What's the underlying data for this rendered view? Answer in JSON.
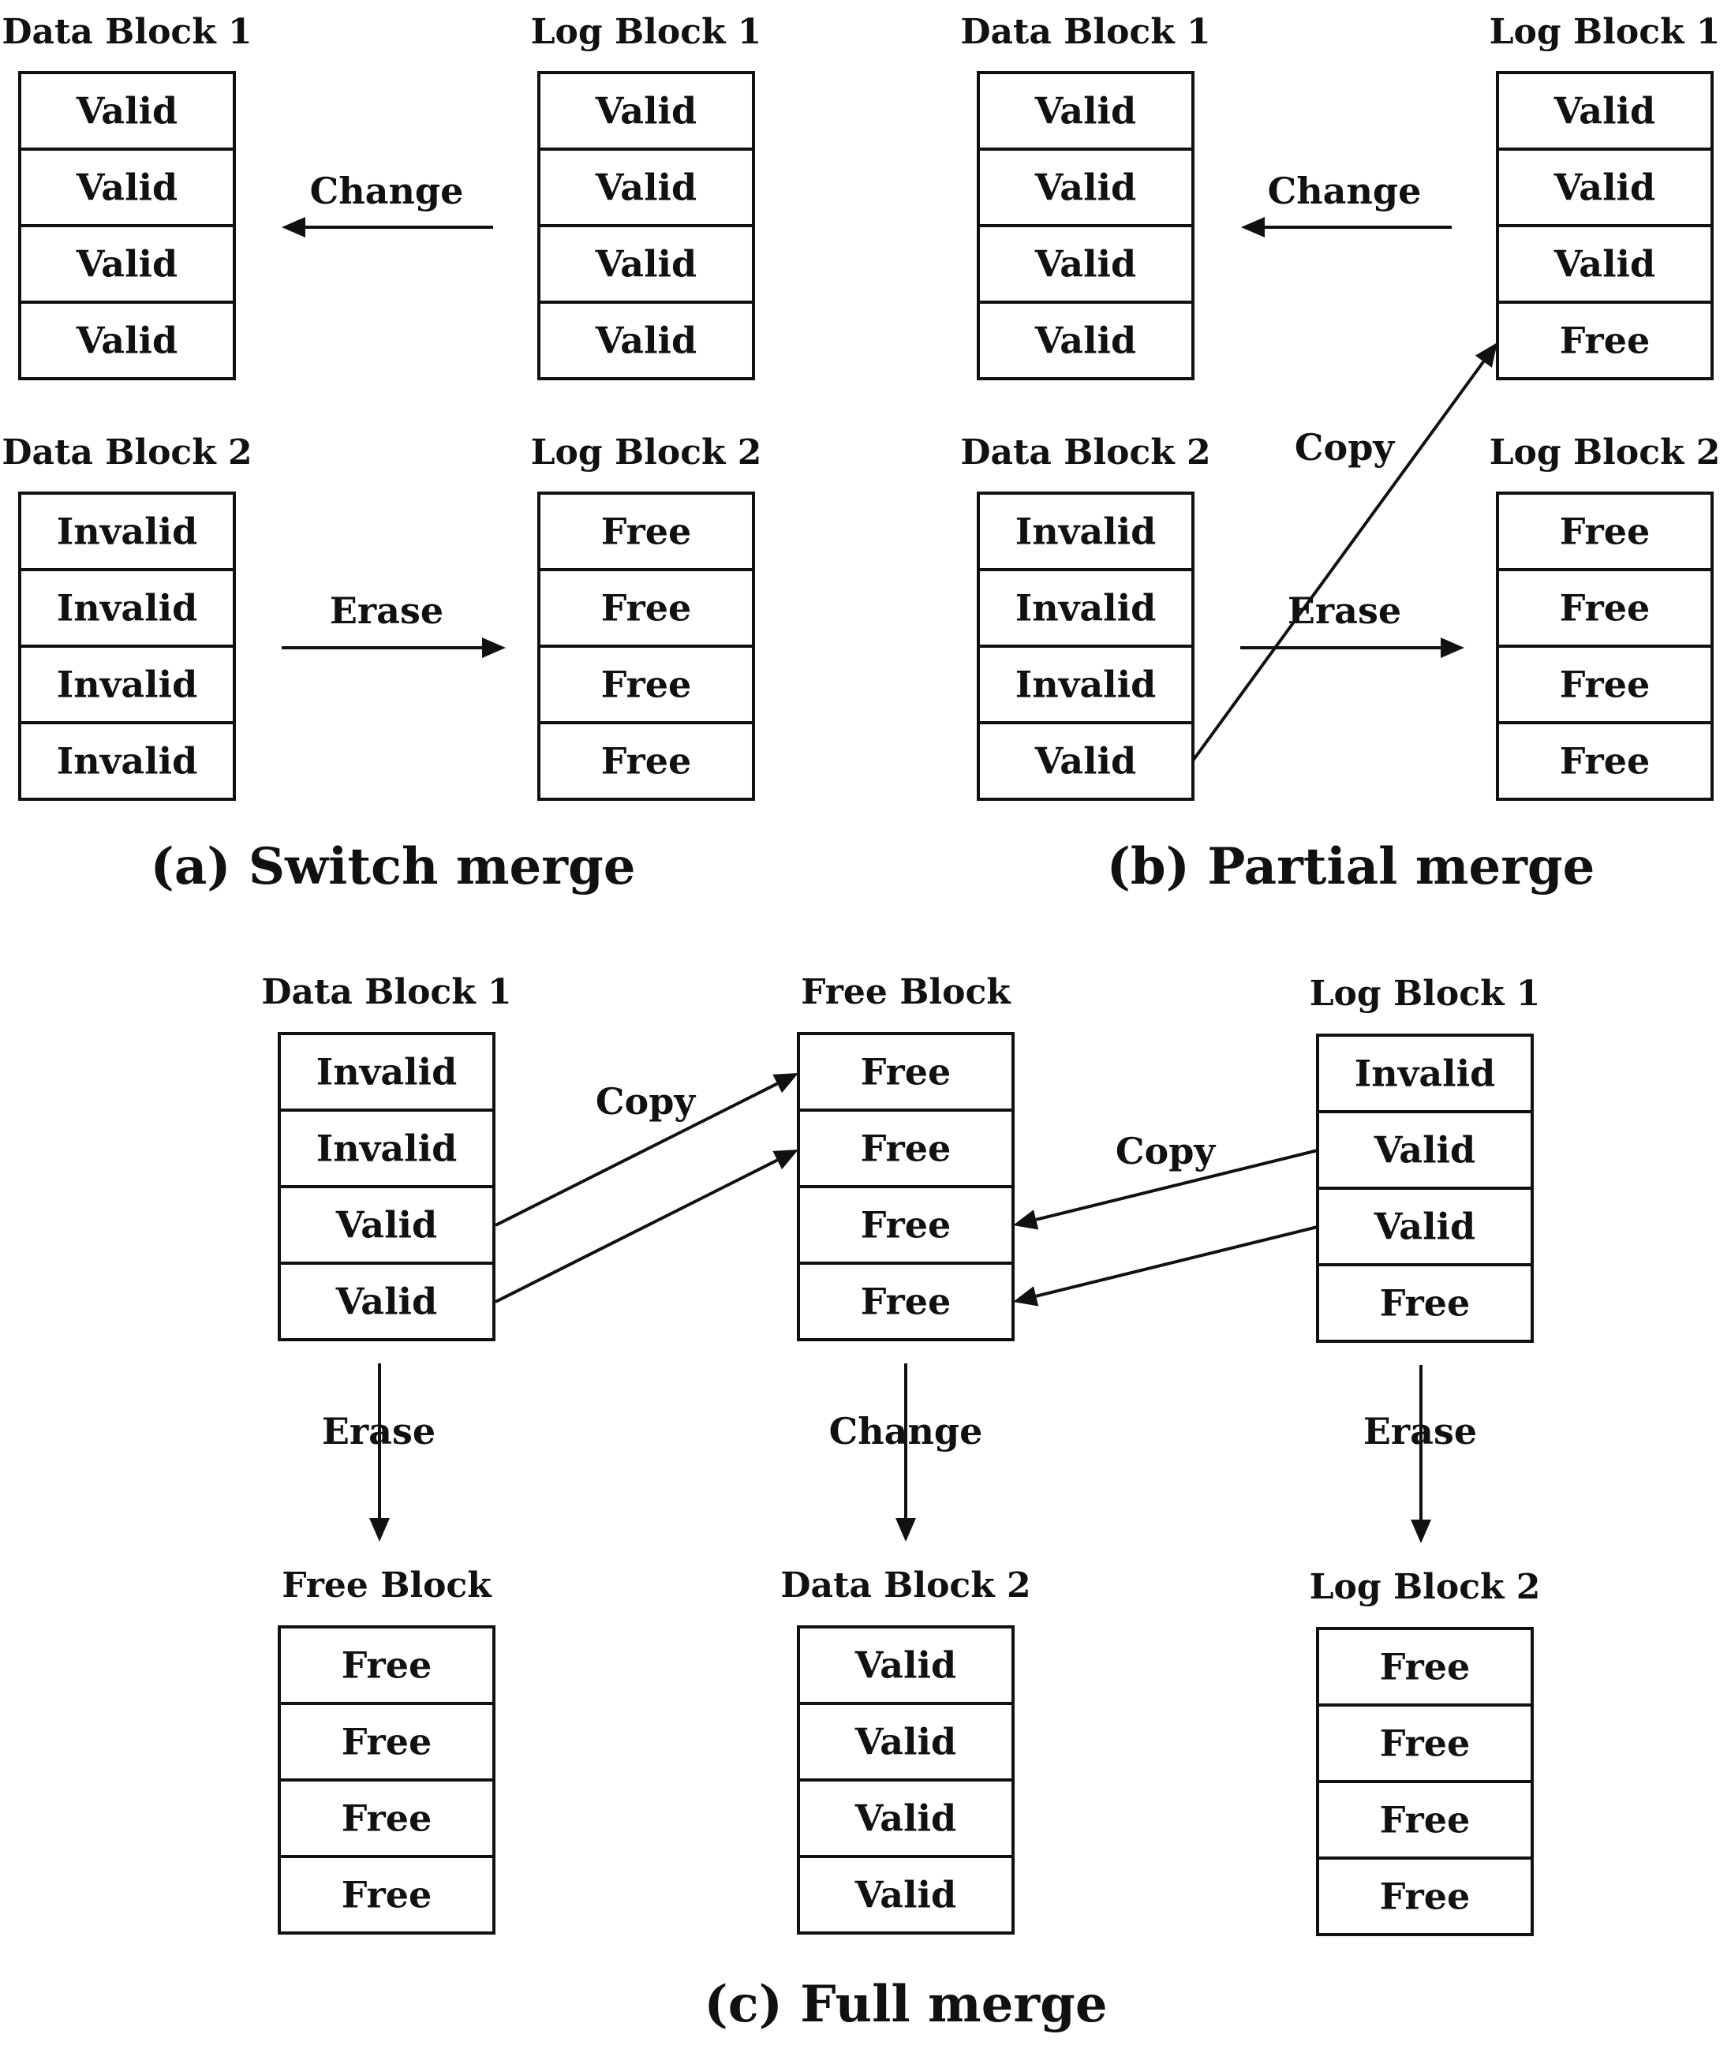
{
  "panels": [
    {
      "caption": "(a) Switch merge",
      "blocks": [
        {
          "title": "Data Block 1",
          "cells": [
            "Valid",
            "Valid",
            "Valid",
            "Valid"
          ]
        },
        {
          "title": "Log Block 1",
          "cells": [
            "Valid",
            "Valid",
            "Valid",
            "Valid"
          ]
        },
        {
          "title": "Data Block 2",
          "cells": [
            "Invalid",
            "Invalid",
            "Invalid",
            "Invalid"
          ]
        },
        {
          "title": "Log Block 2",
          "cells": [
            "Free",
            "Free",
            "Free",
            "Free"
          ]
        }
      ],
      "arrows": [
        {
          "label": "Change",
          "from": "Log Block 1",
          "to": "Data Block 1"
        },
        {
          "label": "Erase",
          "from": "Data Block 2",
          "to": "Log Block 2"
        }
      ]
    },
    {
      "caption": "(b) Partial merge",
      "blocks": [
        {
          "title": "Data Block 1",
          "cells": [
            "Valid",
            "Valid",
            "Valid",
            "Valid"
          ]
        },
        {
          "title": "Log Block 1",
          "cells": [
            "Valid",
            "Valid",
            "Valid",
            "Free"
          ]
        },
        {
          "title": "Data Block 2",
          "cells": [
            "Invalid",
            "Invalid",
            "Invalid",
            "Valid"
          ]
        },
        {
          "title": "Log Block 2",
          "cells": [
            "Free",
            "Free",
            "Free",
            "Free"
          ]
        }
      ],
      "arrows": [
        {
          "label": "Change",
          "from": "Log Block 1",
          "to": "Data Block 1"
        },
        {
          "label": "Copy",
          "from": "Data Block 2",
          "to": "Log Block 1"
        },
        {
          "label": "Erase",
          "from": "Data Block 2",
          "to": "Log Block 2"
        }
      ]
    },
    {
      "caption": "(c) Full merge",
      "blocks": [
        {
          "title": "Data Block 1",
          "cells": [
            "Invalid",
            "Invalid",
            "Valid",
            "Valid"
          ]
        },
        {
          "title": "Free Block",
          "cells": [
            "Free",
            "Free",
            "Free",
            "Free"
          ]
        },
        {
          "title": "Log Block 1",
          "cells": [
            "Invalid",
            "Valid",
            "Valid",
            "Free"
          ]
        },
        {
          "title": "Free Block",
          "cells": [
            "Free",
            "Free",
            "Free",
            "Free"
          ]
        },
        {
          "title": "Data Block 2",
          "cells": [
            "Valid",
            "Valid",
            "Valid",
            "Valid"
          ]
        },
        {
          "title": "Log Block 2",
          "cells": [
            "Free",
            "Free",
            "Free",
            "Free"
          ]
        }
      ],
      "arrows": [
        {
          "label": "Copy",
          "from": "Data Block 1",
          "to": "Free Block"
        },
        {
          "label": "Copy",
          "from": "Log Block 1",
          "to": "Free Block"
        },
        {
          "label": "Erase",
          "from": "Data Block 1",
          "to": "Free Block"
        },
        {
          "label": "Change",
          "from": "Free Block",
          "to": "Data Block 2"
        },
        {
          "label": "Erase",
          "from": "Log Block 1",
          "to": "Log Block 2"
        }
      ]
    }
  ]
}
